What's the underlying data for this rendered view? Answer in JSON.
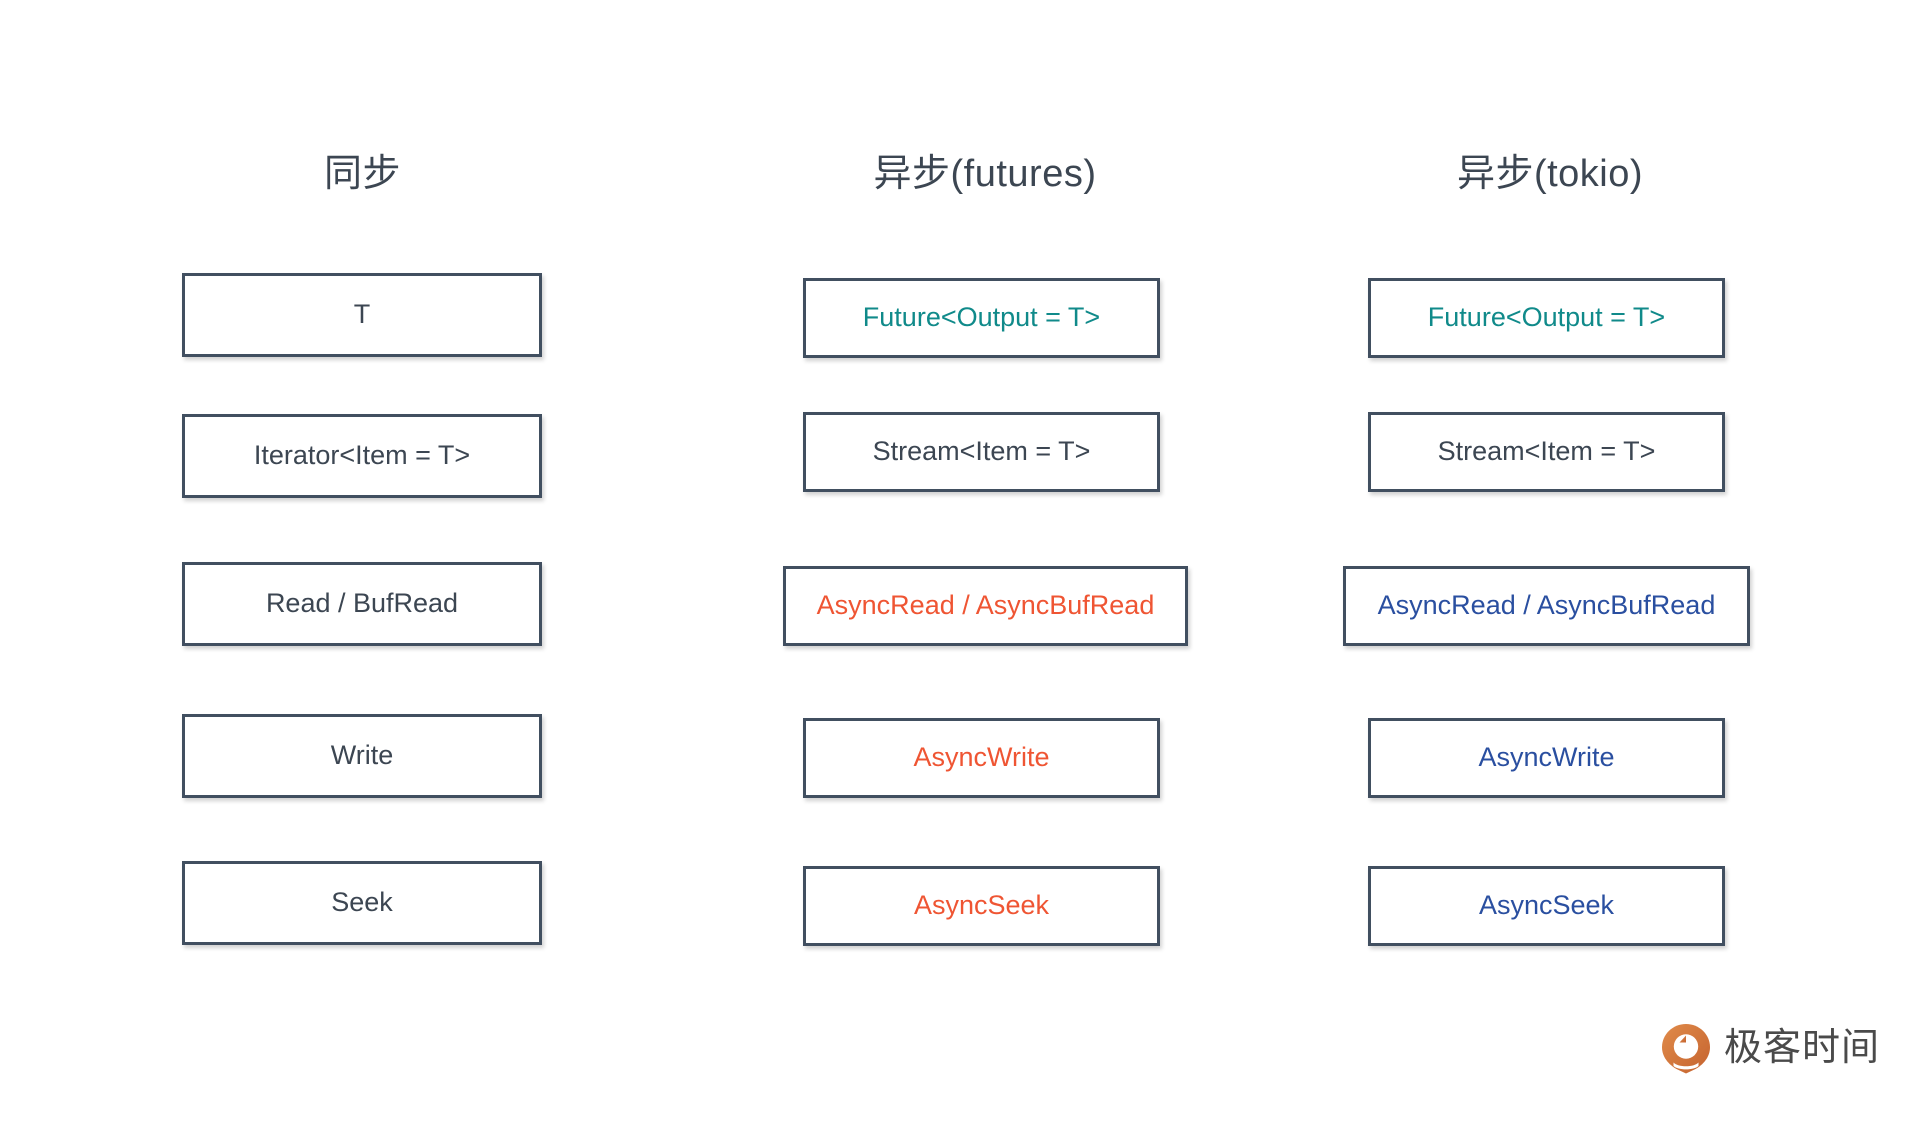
{
  "page": {
    "background": "#ffffff",
    "default_text_color": "#3c4652",
    "box_border_color": "#414f60"
  },
  "colors": {
    "dark": "#3c4652",
    "teal": "#108a8a",
    "red": "#ef5533",
    "blue": "#2a4fa0",
    "brand_orange": "#d4793f",
    "brand_text": "#4a4a4a"
  },
  "columns": [
    {
      "key": "sync",
      "header": "同步",
      "boxes": [
        {
          "label": "T",
          "color": "dark"
        },
        {
          "label": "Iterator<Item = T>",
          "color": "dark"
        },
        {
          "label": "Read / BufRead",
          "color": "dark"
        },
        {
          "label": "Write",
          "color": "dark"
        },
        {
          "label": "Seek",
          "color": "dark"
        }
      ]
    },
    {
      "key": "futures",
      "header": "异步(futures)",
      "boxes": [
        {
          "label": "Future<Output = T>",
          "color": "teal"
        },
        {
          "label": "Stream<Item = T>",
          "color": "dark"
        },
        {
          "label": "AsyncRead / AsyncBufRead",
          "color": "red"
        },
        {
          "label": "AsyncWrite",
          "color": "red"
        },
        {
          "label": "AsyncSeek",
          "color": "red"
        }
      ]
    },
    {
      "key": "tokio",
      "header": "异步(tokio)",
      "boxes": [
        {
          "label": "Future<Output = T>",
          "color": "teal"
        },
        {
          "label": "Stream<Item = T>",
          "color": "dark"
        },
        {
          "label": "AsyncRead / AsyncBufRead",
          "color": "blue"
        },
        {
          "label": "AsyncWrite",
          "color": "blue"
        },
        {
          "label": "AsyncSeek",
          "color": "blue"
        }
      ]
    }
  ],
  "brand": {
    "name": "极客时间",
    "icon": "geektime-pin-icon"
  }
}
